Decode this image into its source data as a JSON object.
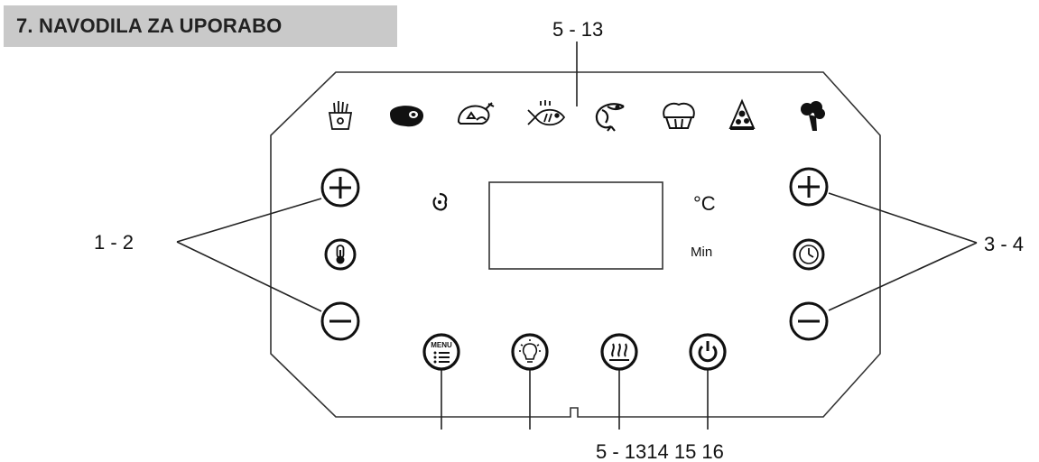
{
  "header": {
    "title": "7. NAVODILA ZA UPORABO"
  },
  "callouts": {
    "top": "5 - 13",
    "left": "1 - 2",
    "right": "3 - 4",
    "bottom": "5 - 1314 15 16"
  },
  "display": {
    "unit_temp": "°C",
    "unit_time": "Min"
  },
  "buttons": {
    "menu_text": "MENU"
  },
  "icons": {
    "presets": [
      "fries-icon",
      "steak-icon",
      "chicken-icon",
      "fish-icon",
      "shrimp-icon",
      "cake-icon",
      "pizza-icon",
      "vegetable-icon"
    ],
    "controls": [
      "plus-icon",
      "thermometer-icon",
      "minus-icon",
      "plus-icon",
      "clock-icon",
      "minus-icon",
      "menu-icon",
      "light-bulb-icon",
      "keep-warm-icon",
      "power-icon",
      "fan-icon"
    ]
  }
}
